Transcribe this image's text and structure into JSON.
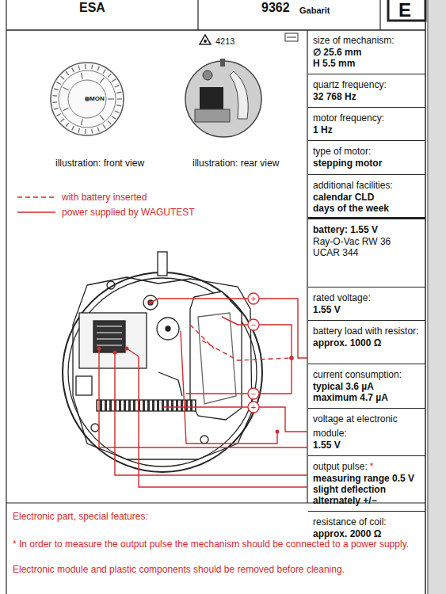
{
  "diagram": {
    "nodes": [
      {
        "text": [
          "size of mechanism:",
          "∅ 25.6 mm",
          "H 5.5 mm"
        ]
      },
      {
        "text": [
          "quartz frequency:",
          "32 768 Hz"
        ]
      },
      {
        "text": [
          "motor frequency:",
          "1 Hz"
        ]
      },
      {
        "text": [
          "type of motor:",
          "stepping motor"
        ]
      },
      {
        "text": [
          "additional facilities:",
          "calendar CLD",
          "days of the week"
        ]
      },
      {
        "text": [
          "battery: 1.55 V",
          "Ray-O-Vac RW 36",
          "UCAR 344"
        ]
      },
      {
        "text": [
          "rated voltage:",
          "1.55 V"
        ]
      },
      {
        "text": [
          "battery load with resistor:",
          "approx. 1000 Ω"
        ]
      },
      {
        "text": [
          "current consumption:",
          "typical 3.6 µA",
          "maximum 4.7 µA"
        ]
      },
      {
        "text": [
          "voltage at electronic module:",
          "1.55 V"
        ]
      },
      {
        "text": [
          "output pulse:",
          "*",
          "measuring range 0.5 V slight deflection alternately +/−"
        ]
      },
      {
        "text": [
          "resistance of coil:",
          "approx. 2000 Ω"
        ]
      }
    ],
    "labels": [
      "ESA",
      "9362",
      "Gabarit",
      "E",
      "4213",
      "illustration: front view",
      "illustration: rear view",
      "MON",
      "+",
      "−",
      "−",
      "+",
      "Electronic part, special features:",
      "* In order to measure the output pulse the mechanism should be connected to a power supply.",
      "Electronic module and plastic components should be removed before cleaning."
    ],
    "legend": [
      {
        "text": "with battery inserted"
      },
      {
        "text": "power supplied by WAGUTEST"
      }
    ]
  }
}
